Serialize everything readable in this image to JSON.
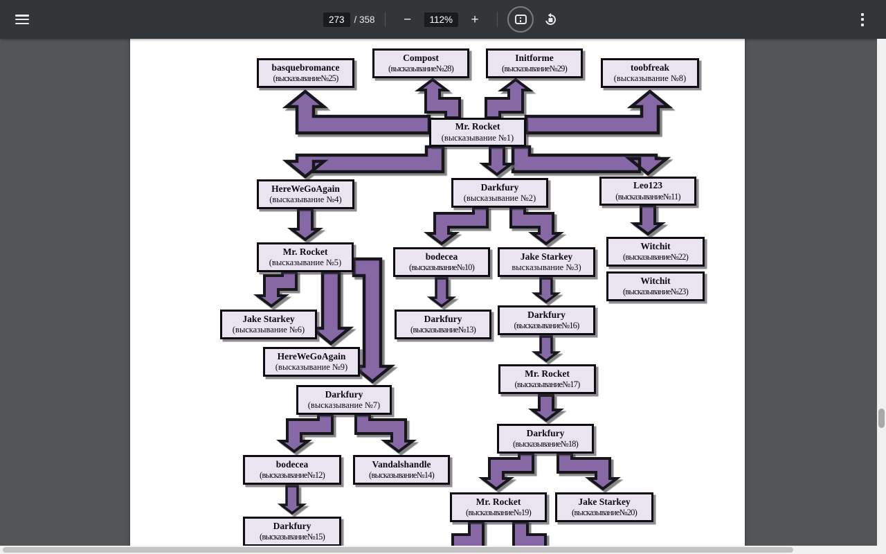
{
  "toolbar": {
    "menu_tooltip": "menu",
    "page_current": "273",
    "page_total": "/ 358",
    "zoom_out_label": "−",
    "zoom_level": "112%",
    "zoom_in_label": "+"
  },
  "colors": {
    "toolbar_bg": "#323639",
    "viewer_bg": "#525659",
    "page_bg": "#ffffff",
    "box_fill": "#eae4f0",
    "box_border": "#0d0a11",
    "arrow_fill": "#8568a4",
    "arrow_stroke": "#19121f",
    "chip_bg": "#191b1c"
  },
  "diagram": {
    "nodes": [
      {
        "id": "n25",
        "user": "basquebromance",
        "statement": "(высказывание№25)",
        "condensed": true
      },
      {
        "id": "n28",
        "user": "Compost",
        "statement": "(высказывание№28)",
        "condensed": true
      },
      {
        "id": "n29",
        "user": "Initforme",
        "statement": "(высказывание№29)",
        "condensed": true
      },
      {
        "id": "n8",
        "user": "toobfreak",
        "statement": "(высказывание №8)",
        "condensed": false
      },
      {
        "id": "n1",
        "user": "Mr. Rocket",
        "statement": "(высказывание №1)",
        "condensed": false
      },
      {
        "id": "n4",
        "user": "HereWeGoAgain",
        "statement": "(высказывание №4)",
        "condensed": false
      },
      {
        "id": "n2",
        "user": "Darkfury",
        "statement": "(высказывание №2)",
        "condensed": false
      },
      {
        "id": "n11",
        "user": "Leo123",
        "statement": "(высказывание№11)",
        "condensed": true
      },
      {
        "id": "n5",
        "user": "Mr. Rocket",
        "statement": "(высказывание №5)",
        "condensed": false
      },
      {
        "id": "n10",
        "user": "bodecea",
        "statement": "(высказывание№10)",
        "condensed": true
      },
      {
        "id": "n3",
        "user": "Jake Starkey",
        "statement": "высказывание №3)",
        "condensed": false
      },
      {
        "id": "n22",
        "user": "Witchit",
        "statement": "(высказывание№22)",
        "condensed": true
      },
      {
        "id": "n23",
        "user": "Witchit",
        "statement": "(высказывание№23)",
        "condensed": true
      },
      {
        "id": "n6",
        "user": "Jake Starkey",
        "statement": "(высказывание №6)",
        "condensed": false
      },
      {
        "id": "n13",
        "user": "Darkfury",
        "statement": "(высказывание№13)",
        "condensed": true
      },
      {
        "id": "n16",
        "user": "Darkfury",
        "statement": "(высказывание№16)",
        "condensed": true
      },
      {
        "id": "n9",
        "user": "HereWeGoAgain",
        "statement": "(высказывание №9)",
        "condensed": false
      },
      {
        "id": "n17",
        "user": "Mr. Rocket",
        "statement": "(высказывание№17)",
        "condensed": true
      },
      {
        "id": "n7",
        "user": "Darkfury",
        "statement": "(высказывание №7)",
        "condensed": false
      },
      {
        "id": "n18",
        "user": "Darkfury",
        "statement": "(высказывание№18)",
        "condensed": true
      },
      {
        "id": "n12",
        "user": "bodecea",
        "statement": "(высказывание№12)",
        "condensed": true
      },
      {
        "id": "n14",
        "user": "Vandalshandle",
        "statement": "(высказывание№14)",
        "condensed": true
      },
      {
        "id": "n19",
        "user": "Mr. Rocket",
        "statement": "(высказывание№19)",
        "condensed": true
      },
      {
        "id": "n20",
        "user": "Jake Starkey",
        "statement": "(высказывание№20)",
        "condensed": true
      },
      {
        "id": "n15",
        "user": "Darkfury",
        "statement": "(высказывание№15)",
        "condensed": true
      }
    ],
    "edges": [
      [
        "n1",
        "n28"
      ],
      [
        "n1",
        "n29"
      ],
      [
        "n1",
        "n25"
      ],
      [
        "n1",
        "n4"
      ],
      [
        "n1",
        "n8"
      ],
      [
        "n1",
        "n11"
      ],
      [
        "n1",
        "n2"
      ],
      [
        "n4",
        "n5"
      ],
      [
        "n2",
        "n10"
      ],
      [
        "n2",
        "n3"
      ],
      [
        "n11",
        "n22"
      ],
      [
        "n5",
        "n6"
      ],
      [
        "n5",
        "n9"
      ],
      [
        "n5",
        "n7"
      ],
      [
        "n10",
        "n13"
      ],
      [
        "n3",
        "n16"
      ],
      [
        "n16",
        "n17"
      ],
      [
        "n17",
        "n18"
      ],
      [
        "n7",
        "n12"
      ],
      [
        "n7",
        "n14"
      ],
      [
        "n12",
        "n15"
      ],
      [
        "n18",
        "n19"
      ],
      [
        "n18",
        "n20"
      ],
      [
        "n19",
        ""
      ],
      [
        "n19",
        ""
      ]
    ]
  }
}
